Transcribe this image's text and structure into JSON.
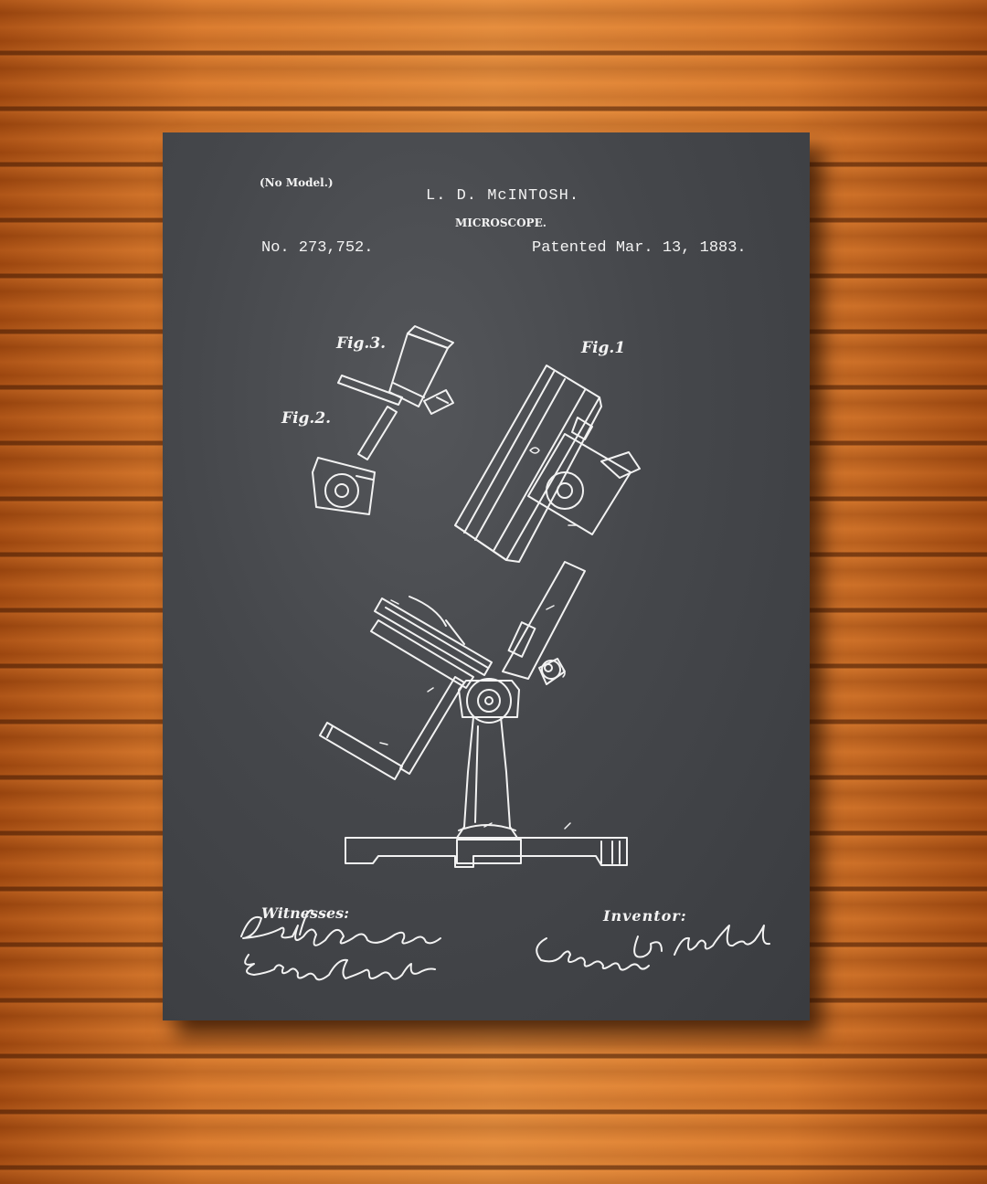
{
  "patent": {
    "no_model": "(No Model.)",
    "inventor_name": "L. D. McINTOSH.",
    "title": "MICROSCOPE.",
    "number": "No. 273,752.",
    "date": "Patented Mar. 13, 1883."
  },
  "figures": {
    "fig1": "Fig.1",
    "fig2": "Fig.2.",
    "fig3": "Fig.3."
  },
  "signatures": {
    "witnesses_label": "Witnesses:",
    "witness_1": "Albert H. Adams.",
    "witness_2": "Edgar T. Bond",
    "inventor_label": "Inventor:",
    "inventor_signature": "Lyman D. McIntosh"
  },
  "colors": {
    "wood": "#c9641a",
    "chalkboard": "#45474b",
    "chalk": "#f1f1f1"
  }
}
